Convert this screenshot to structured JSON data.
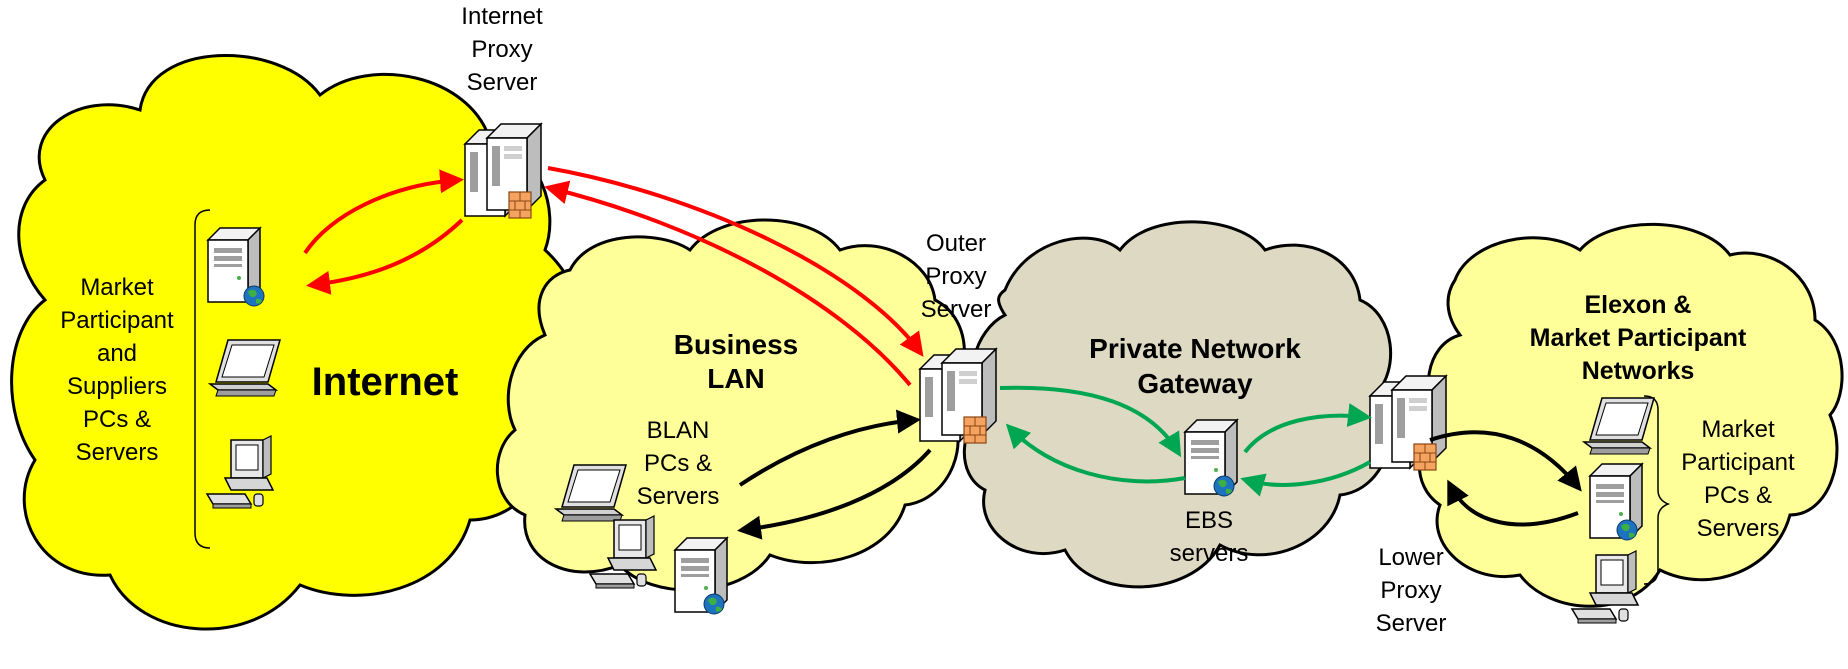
{
  "clouds": {
    "internet": {
      "title": "Internet",
      "color": "#ffff00"
    },
    "business_lan": {
      "title_line1": "Business",
      "title_line2": "LAN",
      "color": "#ffff99"
    },
    "private_network": {
      "title_line1": "Private Network",
      "title_line2": "Gateway",
      "color": "#ddd9c3"
    },
    "elexon": {
      "title_line1": "Elexon &",
      "title_line2": "Market Participant",
      "title_line3": "Networks",
      "color": "#ffff99"
    }
  },
  "labels": {
    "internet_proxy": [
      "Internet",
      "Proxy",
      "Server"
    ],
    "outer_proxy": [
      "Outer",
      "Proxy",
      "Server"
    ],
    "lower_proxy": [
      "Lower",
      "Proxy",
      "Server"
    ],
    "internet_group": [
      "Market",
      "Participant",
      "and",
      "Suppliers",
      "PCs &",
      "Servers"
    ],
    "blan_group": [
      "BLAN",
      "PCs &",
      "Servers"
    ],
    "ebs": [
      "EBS",
      "servers"
    ],
    "mp_group": [
      "Market",
      "Participant",
      "PCs &",
      "Servers"
    ]
  },
  "icons": [
    "server-icon",
    "laptop-icon",
    "desktop-icon",
    "globe-icon",
    "proxy-server-icon",
    "firewall-icon"
  ],
  "colors": {
    "internet_flow": "#ff0000",
    "gateway_flow": "#00a651",
    "lan_flow": "#000000"
  }
}
